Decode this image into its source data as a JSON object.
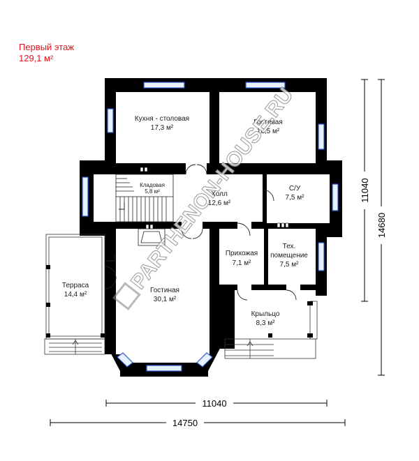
{
  "floor_title": "Первый этаж",
  "floor_area": "129,1 м²",
  "rooms": [
    {
      "name": "Кухня - столовая",
      "area": "17,3 м²"
    },
    {
      "name": "Гостевая",
      "area": "18,5 м²"
    },
    {
      "name": "Кладовая",
      "area": "5,8 м²"
    },
    {
      "name": "Холл",
      "area": "12,6 м²"
    },
    {
      "name": "С/У",
      "area": "7,5 м²"
    },
    {
      "name": "Прихожая",
      "area": "7,1 м²"
    },
    {
      "name": "Тех.",
      "name2": "помещение",
      "area": "7,5 м²"
    },
    {
      "name": "Терраса",
      "area": "14,4 м²"
    },
    {
      "name": "Гостиная",
      "area": "30,1 м²"
    },
    {
      "name": "Крыльцо",
      "area": "8,3 м²"
    }
  ],
  "dimensions": {
    "inner_width": "11040",
    "total_width": "14750",
    "inner_height": "11040",
    "total_height": "14680"
  },
  "watermark": "PARTHENON-HOUSE.RU"
}
